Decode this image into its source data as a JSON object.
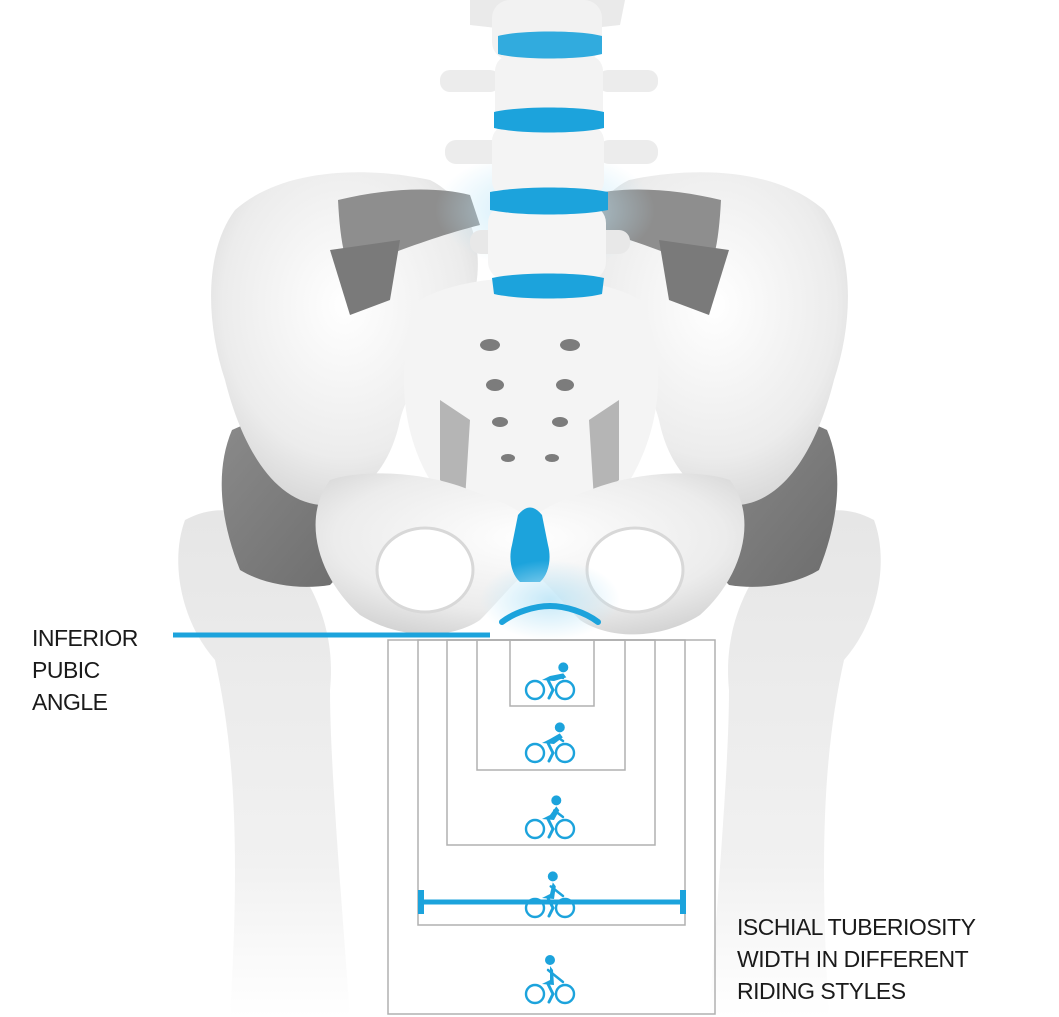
{
  "labels": {
    "inferior_pubic_angle": [
      "INFERIOR",
      "PUBIC",
      "ANGLE"
    ],
    "ischial_tuberiosity": [
      "ISCHIAL TUBERIOSITY",
      "WIDTH IN DIFFERENT",
      "RIDING STYLES"
    ]
  },
  "riding_styles": [
    {
      "posture": "aero",
      "icon": "cyclist-aero-icon"
    },
    {
      "posture": "road",
      "icon": "cyclist-road-icon"
    },
    {
      "posture": "sport",
      "icon": "cyclist-sport-icon"
    },
    {
      "posture": "touring",
      "icon": "cyclist-touring-icon"
    },
    {
      "posture": "upright",
      "icon": "cyclist-upright-icon"
    }
  ],
  "colors": {
    "accent": "#1ca3dc",
    "bone": "#eeeeee",
    "bone_shadow": "#cfcfcf",
    "ligament": "#7d7d7d",
    "frame_line": "#b0b0b0",
    "text": "#1a1a1a"
  }
}
